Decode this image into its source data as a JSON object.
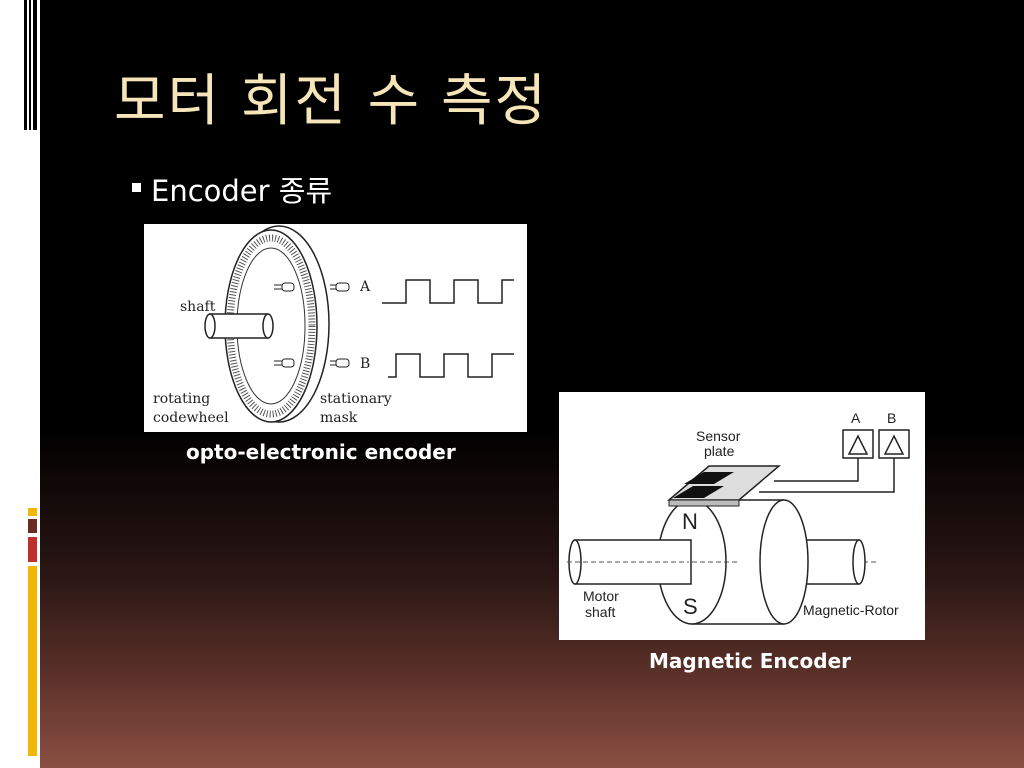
{
  "slide": {
    "title": "모터 회전 수 측정",
    "bullet": "Encoder 종류"
  },
  "opto": {
    "caption": "opto-electronic encoder",
    "labels": {
      "shaft": "shaft",
      "channel_a": "A",
      "channel_b": "B",
      "rotating_1": "rotating",
      "rotating_2": "codewheel",
      "stationary_1": "stationary",
      "stationary_2": "mask"
    }
  },
  "magnetic": {
    "caption": "Magnetic Encoder",
    "labels": {
      "sensor_1": "Sensor",
      "sensor_2": "plate",
      "channel_a": "A",
      "channel_b": "B",
      "pole_n": "N",
      "pole_s": "S",
      "motor_1": "Motor",
      "motor_2": "shaft",
      "rotor": "Magnetic-Rotor"
    }
  },
  "colors": {
    "title": "#f6e5b8",
    "accent_orange": "#f2b705",
    "accent_red": "#c0302a"
  }
}
